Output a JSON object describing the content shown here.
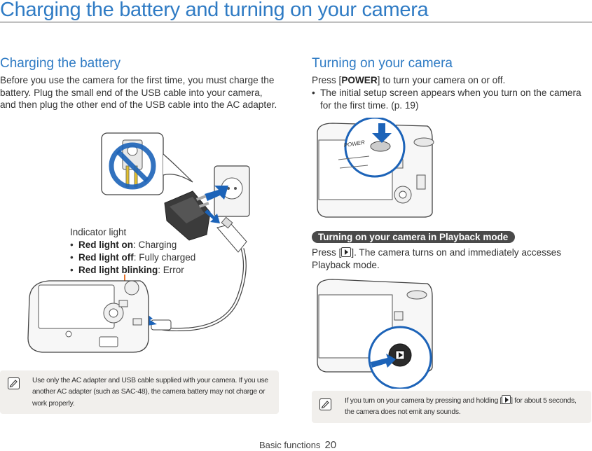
{
  "page_title": "Charging the battery and turning on your camera",
  "left": {
    "heading": "Charging the battery",
    "paragraph": "Before you use the camera for the first time, you must charge the battery. Plug the small end of the USB cable into your camera, and then plug the other end of the USB cable into the AC adapter.",
    "indicator": {
      "title": "Indicator light",
      "items": [
        {
          "term": "Red light on",
          "desc": ": Charging"
        },
        {
          "term": "Red light off",
          "desc": ": Fully charged"
        },
        {
          "term": "Red light blinking",
          "desc": ": Error"
        }
      ]
    },
    "note": "Use only the AC adapter and USB cable supplied with your camera. If you use another AC adapter (such as SAC-48), the camera battery may not charge or work properly."
  },
  "right": {
    "heading": "Turning on your camera",
    "press_before": "Press [",
    "power_key": "POWER",
    "press_after": "] to turn your camera on or off.",
    "bullet": "The initial setup screen appears when you turn on the camera for the first time. (p. 19)",
    "power_label": "POWER",
    "playback_heading": "Turning on your camera in Playback mode",
    "playback_before": "Press [",
    "playback_after": "]. The camera turns on and immediately accesses Playback mode.",
    "note_before": "If you turn on your camera by pressing and holding [",
    "note_after": "] for about 5 seconds, the camera does not emit any sounds."
  },
  "footer": {
    "label": "Basic functions",
    "page": "20"
  },
  "colors": {
    "accent_blue": "#2f7bc4",
    "arrow_blue": "#1c63b8",
    "indicator_orange": "#e8732a",
    "note_bg": "#f1efec"
  },
  "icons": [
    "note-icon",
    "playback-icon",
    "arrow-icon",
    "prohibition-icon"
  ]
}
